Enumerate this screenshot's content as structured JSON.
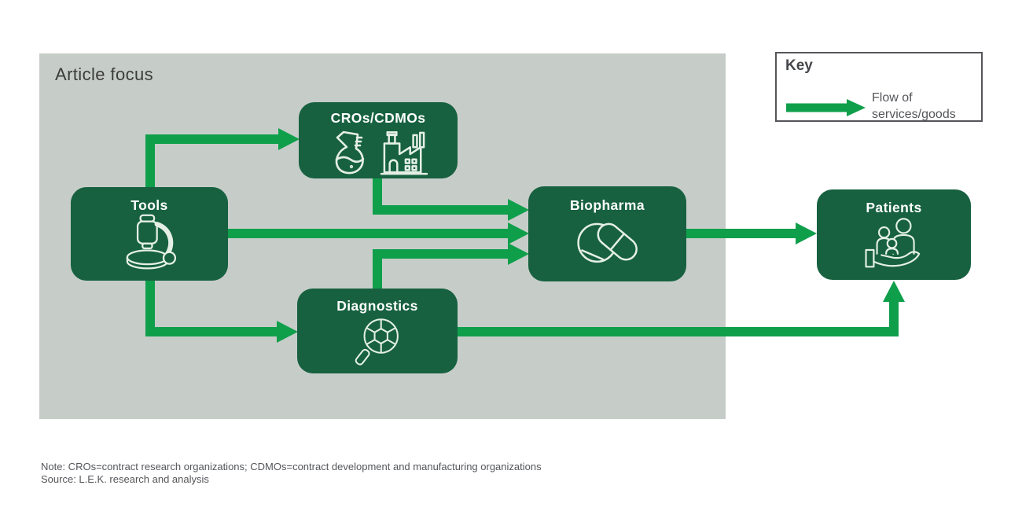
{
  "panel": {
    "title": "Article focus"
  },
  "key": {
    "title": "Key",
    "arrow_icon": "flow-arrow-icon",
    "label_line1": "Flow of",
    "label_line2": "services/goods"
  },
  "nodes": [
    {
      "id": "tools",
      "label": "Tools",
      "icon": "microscope-icon"
    },
    {
      "id": "cros-cdmos",
      "label": "CROs/CDMOs",
      "icon": "flask-and-factory-icon"
    },
    {
      "id": "biopharma",
      "label": "Biopharma",
      "icon": "pills-icon"
    },
    {
      "id": "diagnostics",
      "label": "Diagnostics",
      "icon": "magnifier-cell-icon"
    },
    {
      "id": "patients",
      "label": "Patients",
      "icon": "people-in-hand-icon"
    }
  ],
  "flows": [
    {
      "from": "tools",
      "to": "cros-cdmos"
    },
    {
      "from": "tools",
      "to": "biopharma"
    },
    {
      "from": "tools",
      "to": "diagnostics"
    },
    {
      "from": "cros-cdmos",
      "to": "biopharma"
    },
    {
      "from": "diagnostics",
      "to": "biopharma"
    },
    {
      "from": "biopharma",
      "to": "patients"
    },
    {
      "from": "diagnostics",
      "to": "patients"
    }
  ],
  "notes": {
    "note": "Note: CROs=contract research organizations; CDMOs=contract development and manufacturing organizations",
    "source": "Source: L.E.K. research and analysis"
  },
  "colors": {
    "node_green": "#176140",
    "arrow_green": "#0f9f4b",
    "panel_gray": "#c6cdc9",
    "title_text": "#3b3b3b",
    "gray_text": "#54565a"
  }
}
